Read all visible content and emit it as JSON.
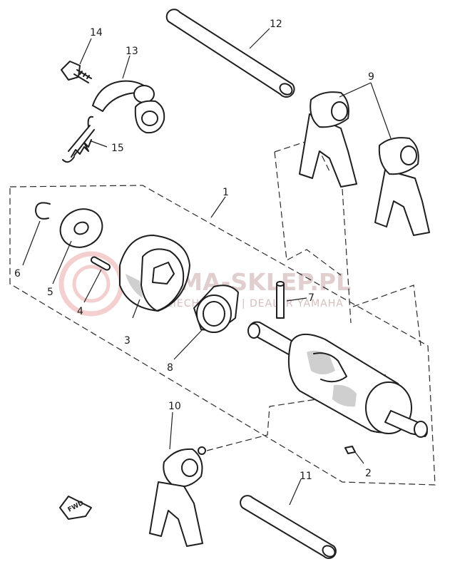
{
  "callouts": {
    "p1": "1",
    "p2": "2",
    "p3": "3",
    "p4": "4",
    "p5": "5",
    "p6": "6",
    "p7": "7",
    "p8": "8",
    "p9": "9",
    "p10": "10",
    "p11": "11",
    "p12": "12",
    "p13": "13",
    "p14": "14",
    "p15": "15"
  },
  "fwd_label": "FWD",
  "watermark": {
    "title": "YAMA-SKLEP.PL",
    "subtitle": "WOJCIECHOWICZ | DEALER YAMAHA"
  },
  "colors": {
    "ink": "#1e1e1e",
    "watermark": "#e8a0a0"
  }
}
